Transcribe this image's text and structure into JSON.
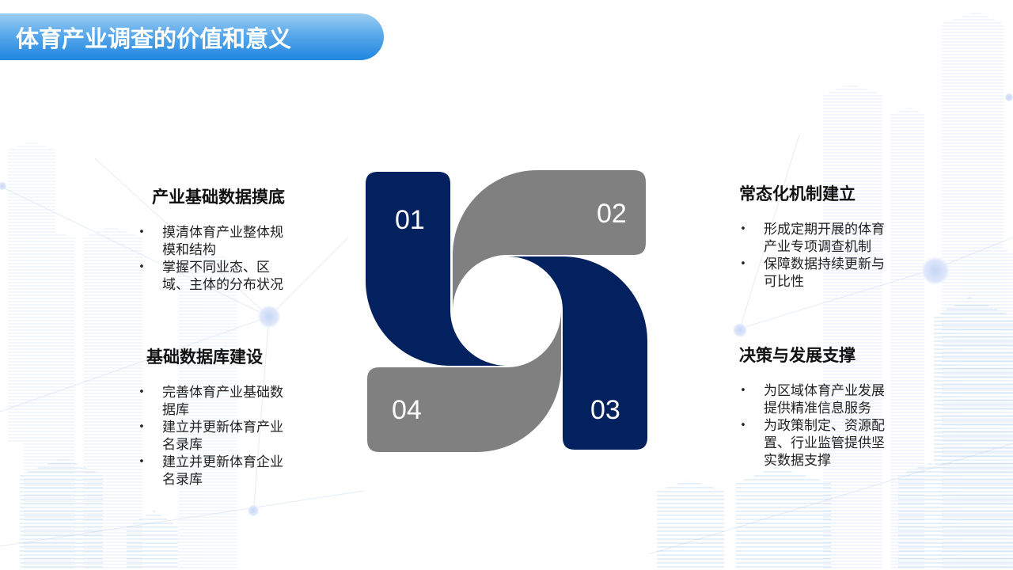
{
  "title": "体育产业调查的价值和意义",
  "colors": {
    "navy": "#03215e",
    "gray": "#808080",
    "title_gradient_top": "#9ccdf2",
    "title_gradient_bottom": "#1f86de",
    "decor_blue": "#b9d6f2"
  },
  "diagram": {
    "steps": [
      {
        "number": "01",
        "color": "navy"
      },
      {
        "number": "02",
        "color": "gray"
      },
      {
        "number": "03",
        "color": "navy"
      },
      {
        "number": "04",
        "color": "gray"
      }
    ]
  },
  "sections": [
    {
      "heading": "产业基础数据摸底",
      "bullet_icon": "•",
      "items": [
        "摸清体育产业整体规模和结构",
        "掌握不同业态、区域、主体的分布状况"
      ]
    },
    {
      "heading": "基础数据库建设",
      "bullet_icon": "•",
      "items": [
        "完善体育产业基础数据库",
        "建立并更新体育产业名录库",
        "建立并更新体育企业名录库"
      ]
    },
    {
      "heading": "常态化机制建立",
      "bullet_icon": "•",
      "items": [
        "形成定期开展的体育产业专项调查机制",
        "保障数据持续更新与可比性"
      ]
    },
    {
      "heading": "决策与发展支撑",
      "bullet_icon": "•",
      "items": [
        "为区域体育产业发展提供精准信息服务",
        "为政策制定、资源配置、行业监管提供坚实数据支撑"
      ]
    }
  ]
}
